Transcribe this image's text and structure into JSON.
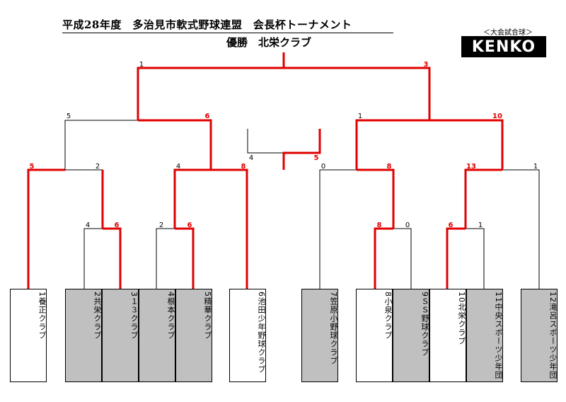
{
  "header": {
    "title": "平成28年度　多治見市軟式野球連盟　会長杯トーナメント",
    "winner": "優勝　北栄クラブ",
    "sponsor_caption": "＜大会試合球＞",
    "sponsor_logo": "KENKO"
  },
  "teams": [
    {
      "num": "1",
      "name": "養正クラブ"
    },
    {
      "num": "2",
      "name": "共栄クラブ"
    },
    {
      "num": "3",
      "name": "１３クラブ"
    },
    {
      "num": "4",
      "name": "根本クラブ"
    },
    {
      "num": "5",
      "name": "精華クラブ"
    },
    {
      "num": "6",
      "name": "池田少年野球クラブ"
    },
    {
      "num": "7",
      "name": "笠原小野球クラブ"
    },
    {
      "num": "8",
      "name": "小泉クラブ"
    },
    {
      "num": "9",
      "name": "ＳＳ野球クラブ"
    },
    {
      "num": "10",
      "name": "北栄クラブ"
    },
    {
      "num": "11",
      "name": "中央スポーツ少年団"
    },
    {
      "num": "12",
      "name": "滝呂スポーツ少年団"
    }
  ],
  "scores": {
    "r1_2v3": [
      "4",
      "6"
    ],
    "r1_4v5": [
      "2",
      "6"
    ],
    "r1_8v9": [
      "8",
      "0"
    ],
    "r1_10v11": [
      "6",
      "1"
    ],
    "r2_1v23": [
      "5",
      "2"
    ],
    "r2_45v6": [
      "4",
      "8"
    ],
    "r2_7v89": [
      "0",
      "8"
    ],
    "r2_1011v12": [
      "13",
      "1"
    ],
    "qf_left": [
      "5",
      "6"
    ],
    "qf_right": [
      "1",
      "10"
    ],
    "final": [
      "1",
      "3"
    ],
    "third": [
      "4",
      "5"
    ]
  },
  "colors": {
    "winner_line": "#e00000",
    "normal_line": "#000000",
    "gray_box": "#c0c0c0"
  }
}
